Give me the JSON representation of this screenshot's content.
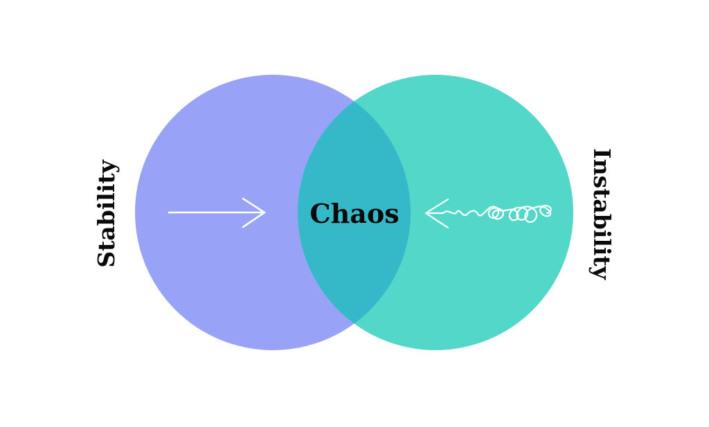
{
  "diagram": {
    "type": "venn",
    "left_label": "Stability",
    "right_label": "Instability",
    "center_label": "Chaos",
    "left_circle_color": "#98a3f7",
    "right_circle_color": "#53d7c8",
    "overlap_color": "#35b9c9",
    "stroke_color": "#ffffff",
    "text_color": "#0a0a0a",
    "left_symbol": "straight-arrow-right",
    "right_symbol": "tangled-arrow-left"
  }
}
